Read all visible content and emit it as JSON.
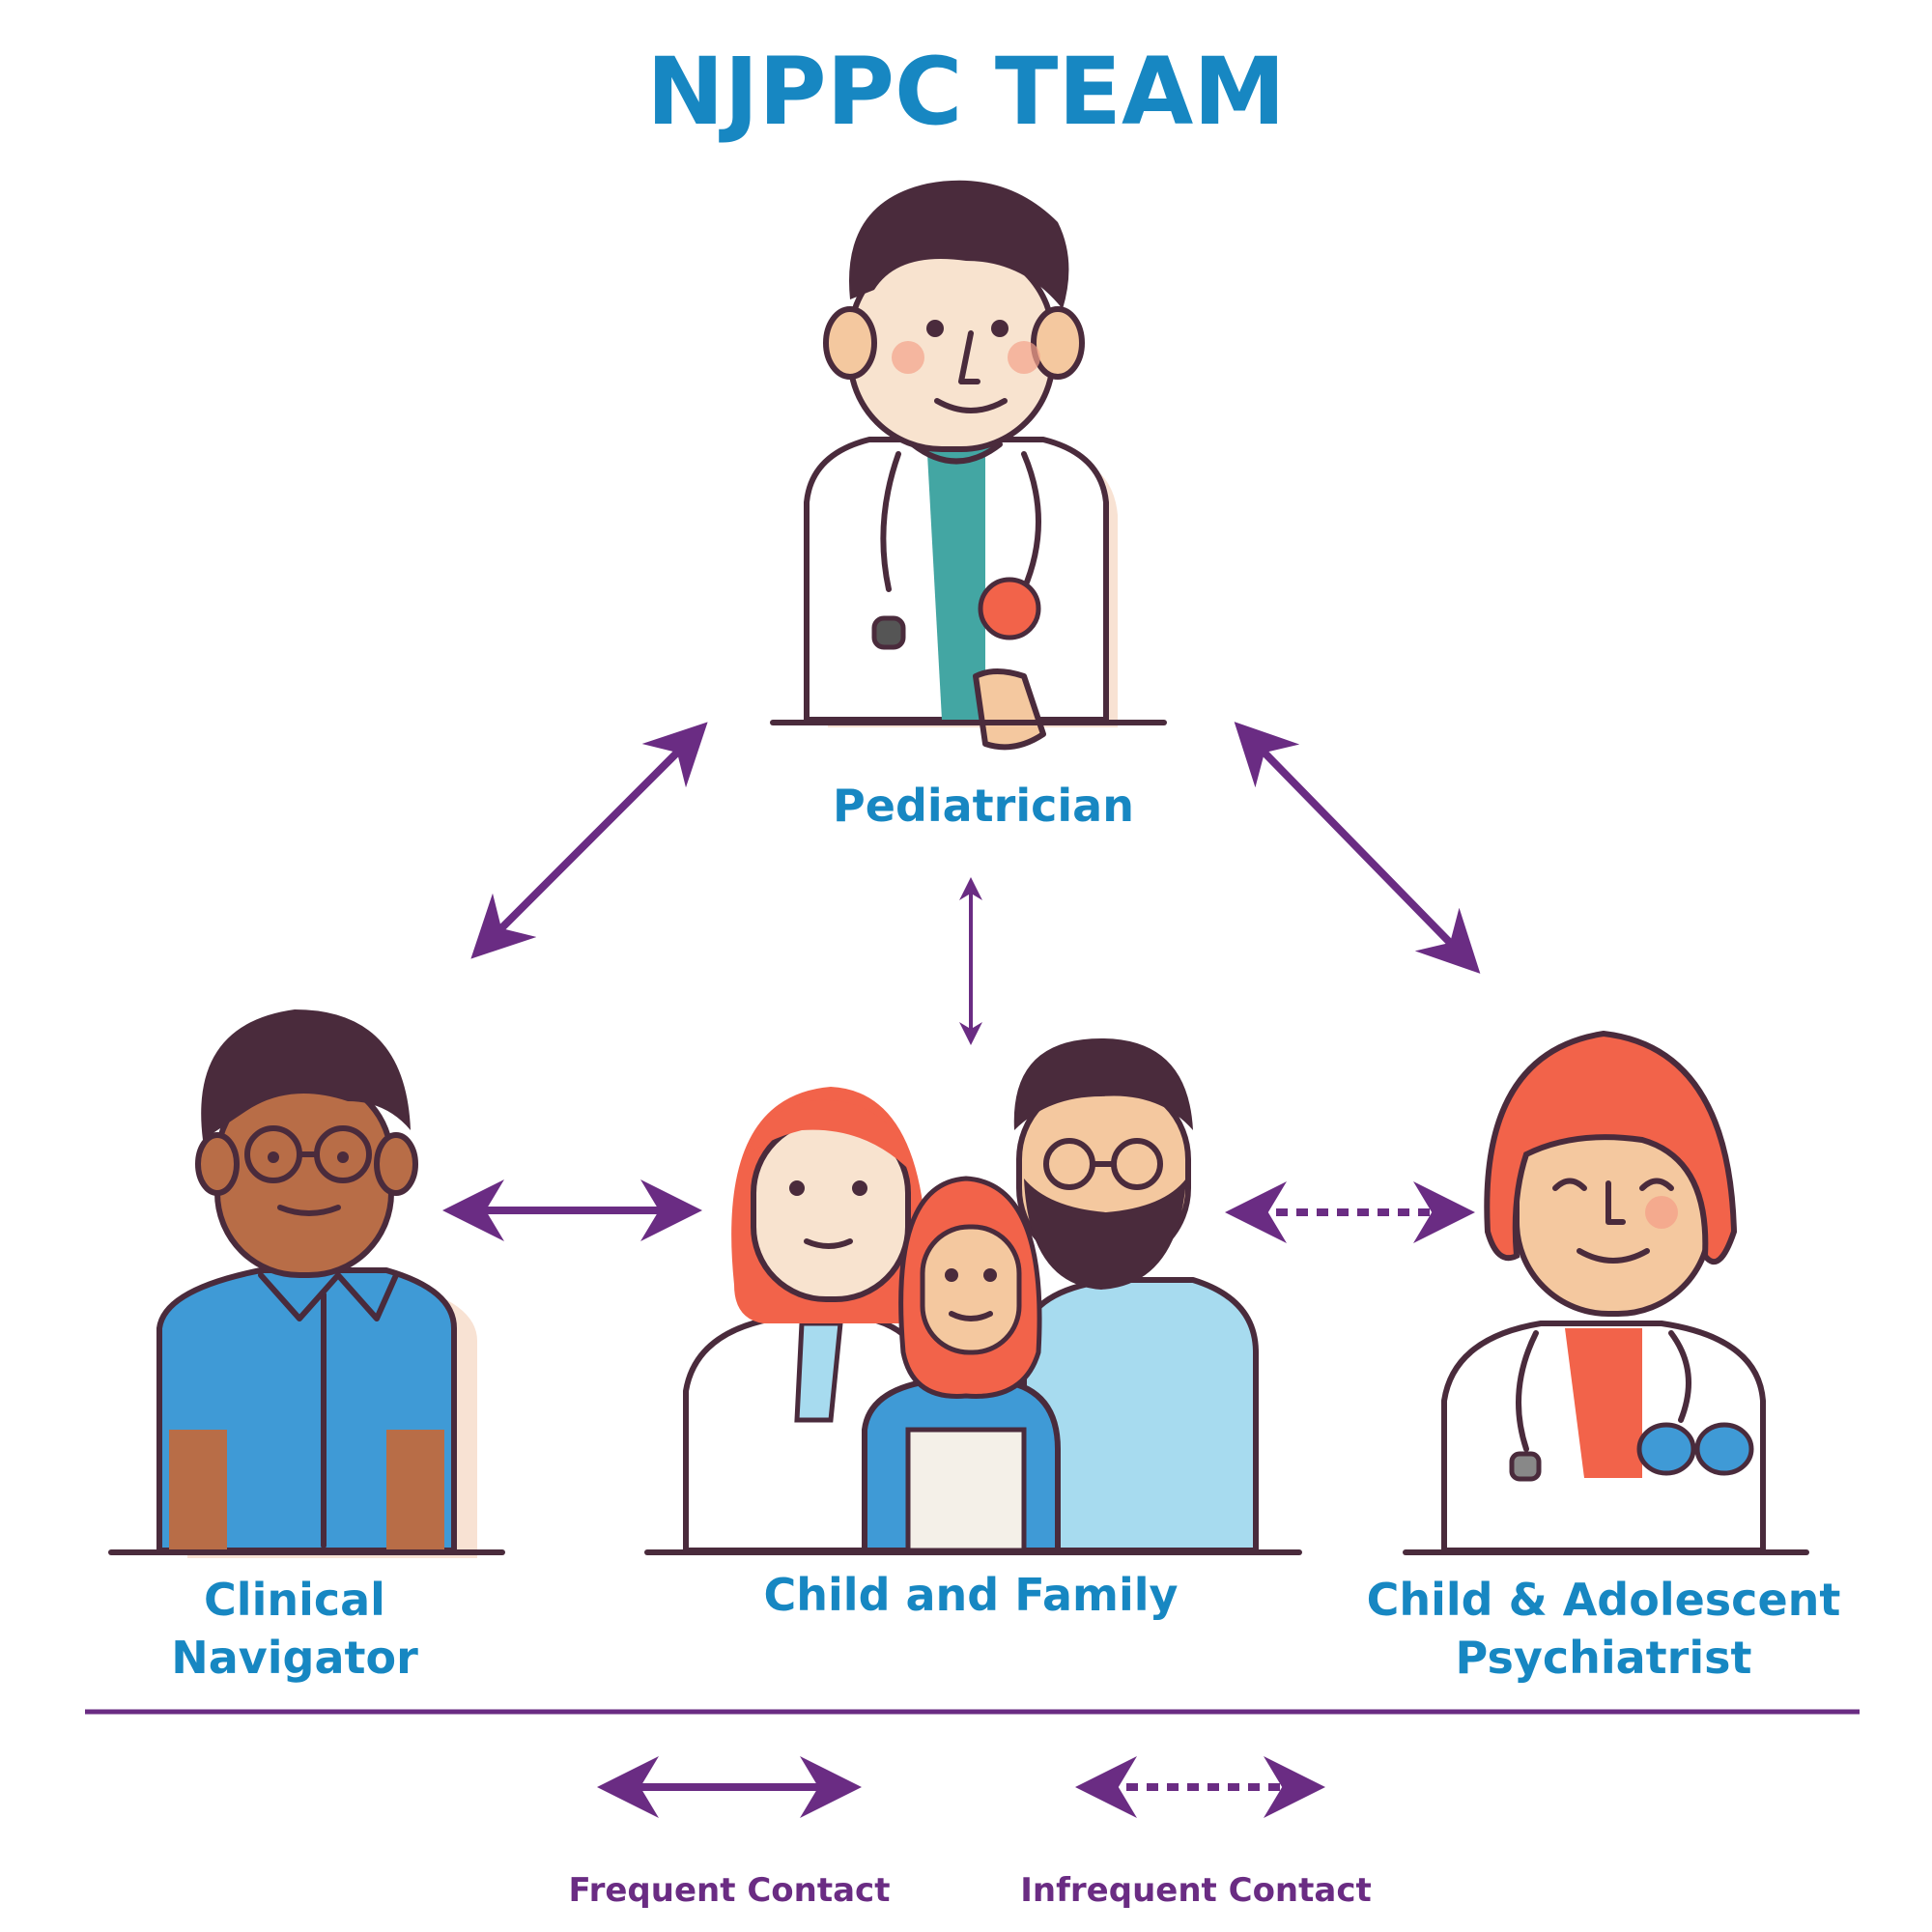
{
  "title": "NJPPC TEAM",
  "roles": {
    "pediatrician": "Pediatrician",
    "navigator_line1": "Clinical",
    "navigator_line2": "Navigator",
    "family": "Child and Family",
    "psychiatrist_line1": "Child & Adolescent",
    "psychiatrist_line2": "Psychiatrist"
  },
  "legend": {
    "frequent": "Frequent Contact",
    "infrequent": "Infrequent Contact"
  },
  "colors": {
    "title": "#1787c2",
    "arrow": "#6a2c83"
  }
}
